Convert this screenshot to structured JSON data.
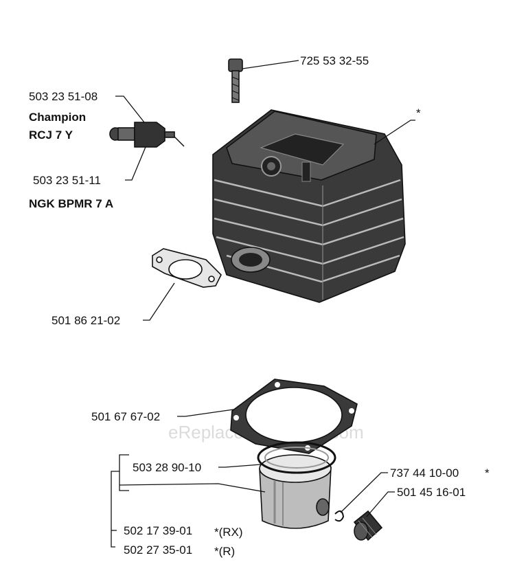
{
  "watermark": "eReplacementParts.com",
  "labels": {
    "bolt": "725 53 32-55",
    "cylinder_star": "*",
    "plug_champion_no": "503 23 51-08",
    "plug_champion_name": "Champion",
    "plug_champion_model": "RCJ 7 Y",
    "plug_ngk_no": "503 23 51-11",
    "plug_ngk_model": "NGK BPMR 7 A",
    "muffler_gasket": "501 86 21-02",
    "base_gasket": "501 67 67-02",
    "piston_rings": "503 28 90-10",
    "circlip": "737 44 10-00",
    "circlip_star": "*",
    "piston_pin": "501 45 16-01",
    "piston_rx": "502 17 39-01",
    "piston_rx_note": "*(RX)",
    "piston_r": "502 27 35-01",
    "piston_r_note": "*(R)"
  },
  "icons": [
    "bolt-icon",
    "spark-plug-icon",
    "cylinder-icon",
    "muffler-gasket-icon",
    "base-gasket-icon",
    "piston-ring-icon",
    "piston-icon",
    "circlip-icon",
    "piston-pin-icon"
  ]
}
